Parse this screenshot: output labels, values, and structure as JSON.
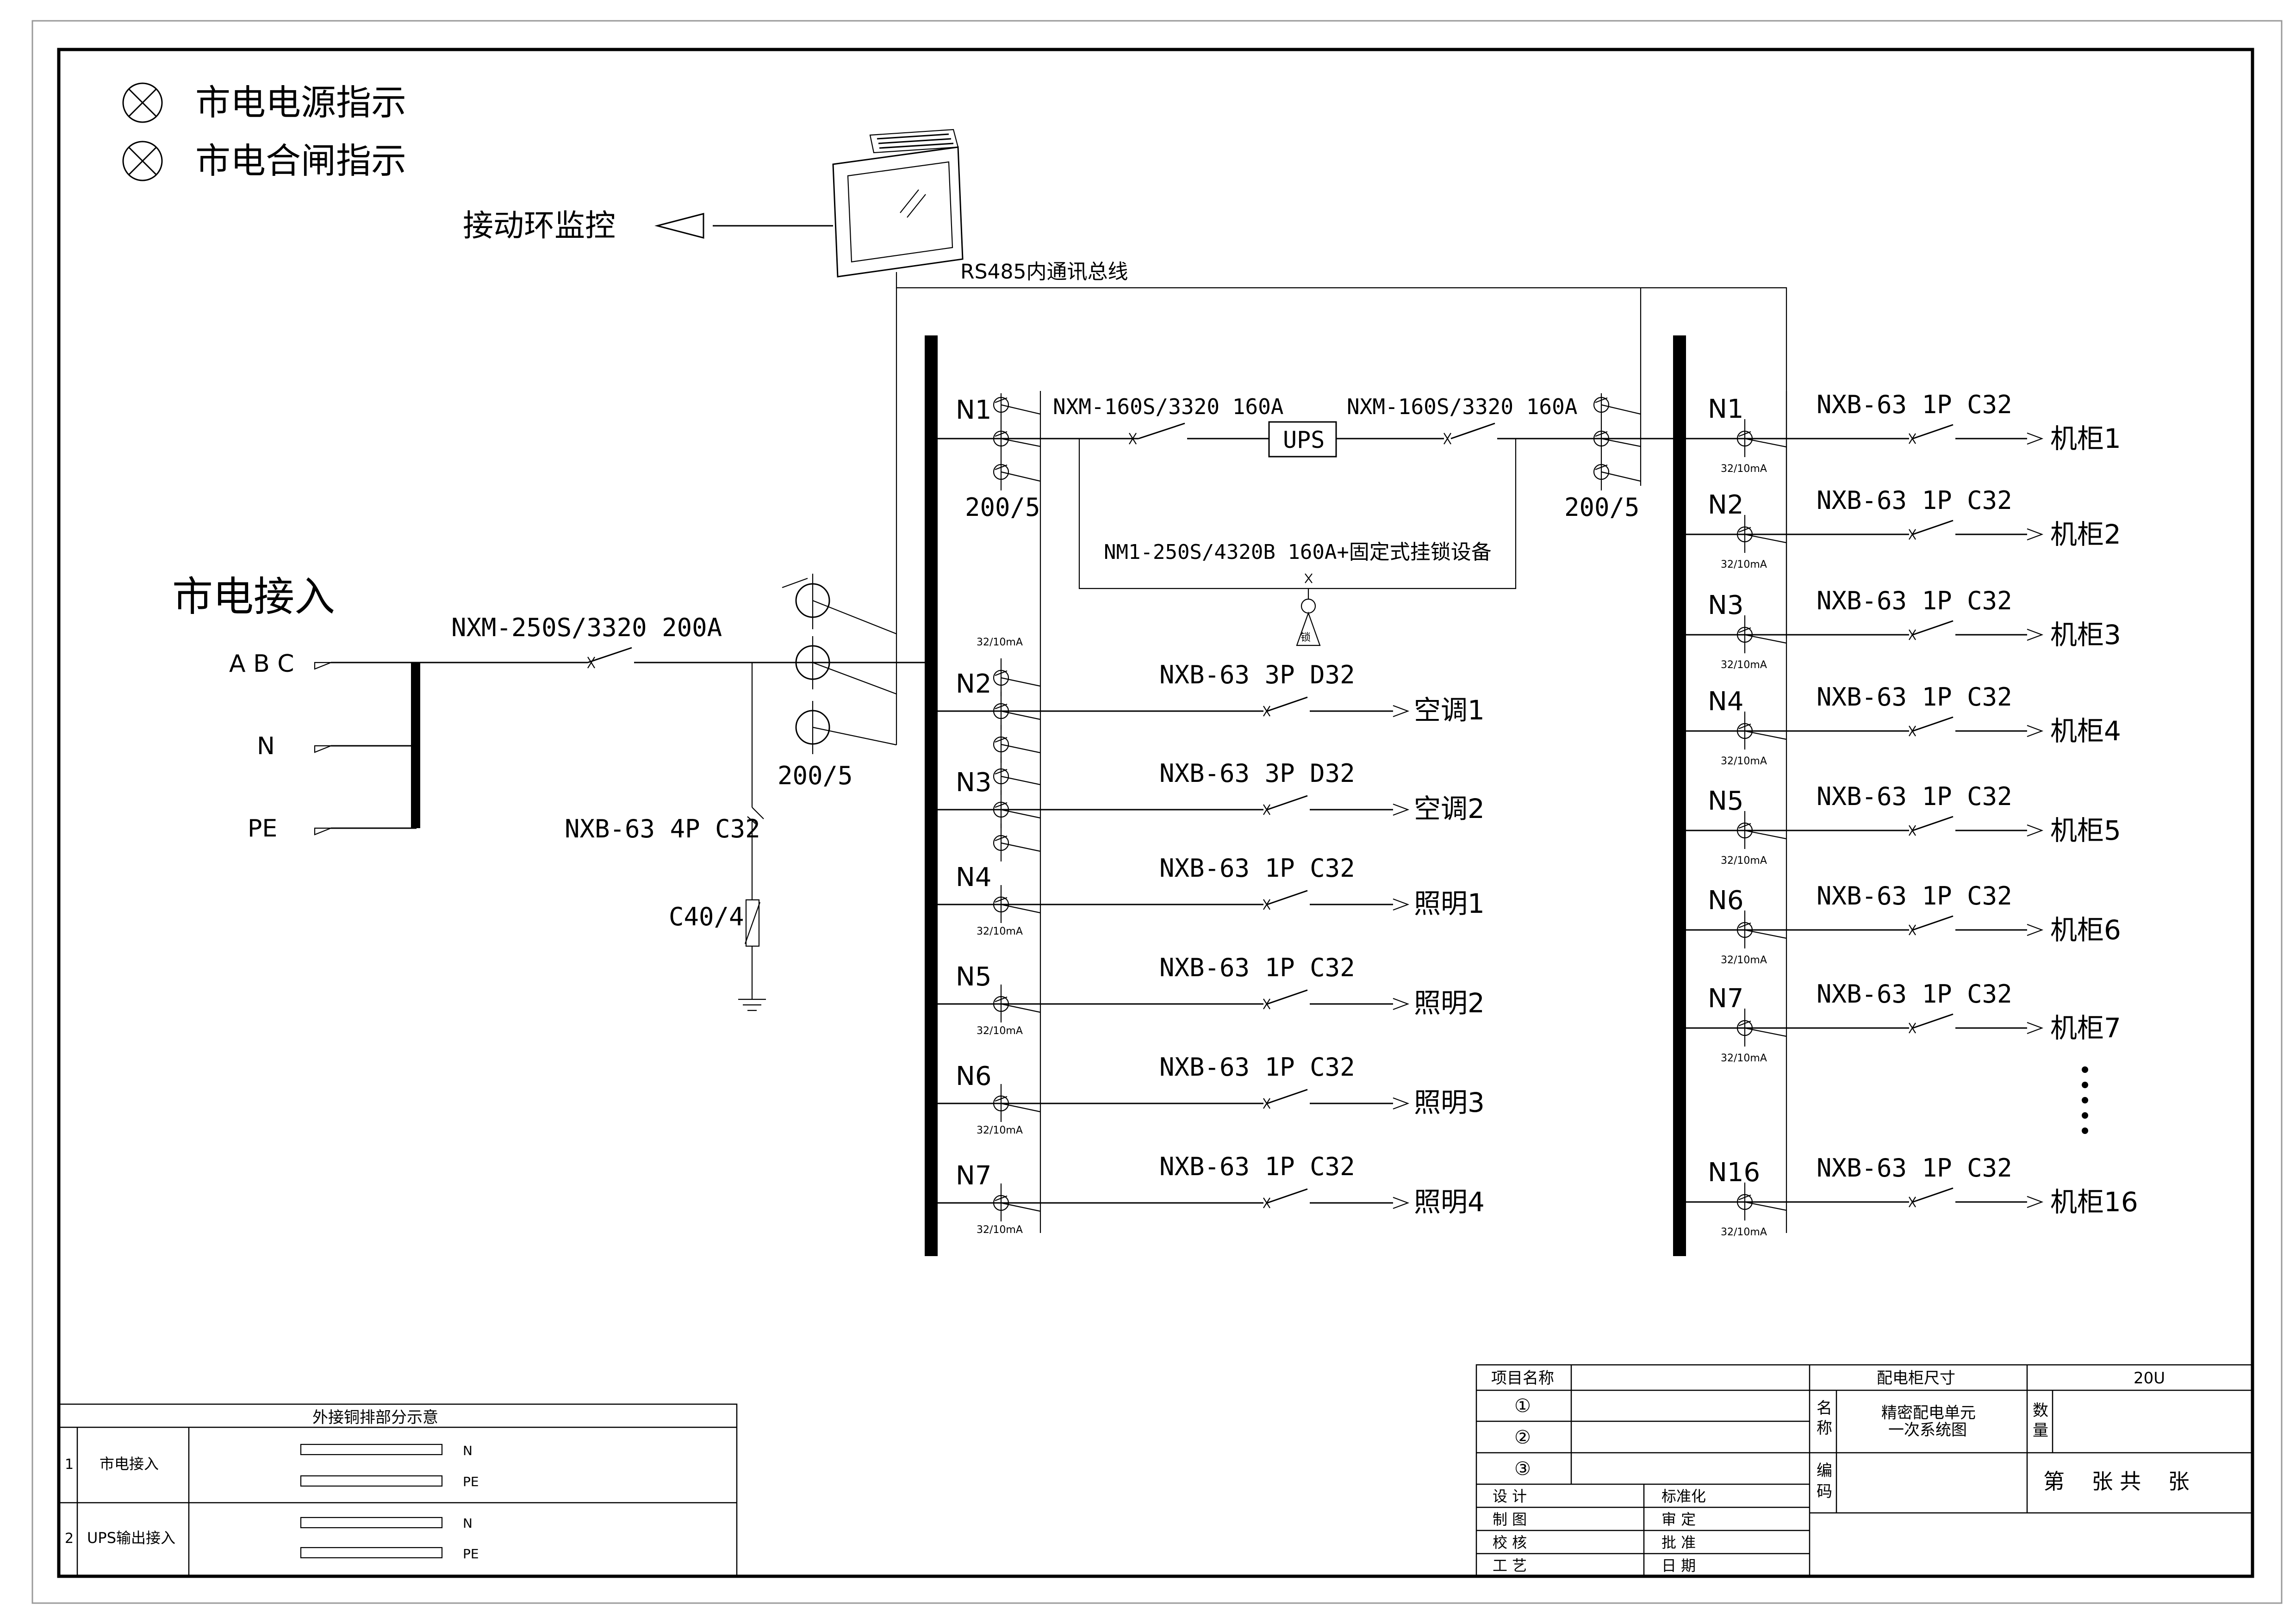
{
  "indicators": [
    "市电电源指示",
    "市电合闸指示"
  ],
  "monitor": {
    "label": "接动环监控",
    "bus_label": "RS485内通讯总线"
  },
  "input": {
    "title": "市电接入",
    "phases": [
      "A B C",
      "N",
      "PE"
    ],
    "main_breaker": "NXM-250S/3320 200A",
    "ct": "200/5",
    "spd_breaker": "NXB-63 4P C32",
    "spd": "C40/4"
  },
  "ups": {
    "label": "UPS",
    "in_breaker": "NXM-160S/3320 160A",
    "out_breaker": "NXM-160S/3320 160A",
    "bypass_breaker": "NM1-250S/4320B 160A+固定式挂锁设备",
    "lock": "锁",
    "ct_left": "200/5",
    "ct_right": "200/5"
  },
  "rcd_rating": "32/10mA",
  "left_panel": {
    "n1": "N1",
    "circuits": [
      {
        "id": "N2",
        "breaker": "NXB-63 3P D32",
        "load": "空调1"
      },
      {
        "id": "N3",
        "breaker": "NXB-63 3P D32",
        "load": "空调2"
      },
      {
        "id": "N4",
        "breaker": "NXB-63 1P C32",
        "load": "照明1"
      },
      {
        "id": "N5",
        "breaker": "NXB-63 1P C32",
        "load": "照明2"
      },
      {
        "id": "N6",
        "breaker": "NXB-63 1P C32",
        "load": "照明3"
      },
      {
        "id": "N7",
        "breaker": "NXB-63 1P C32",
        "load": "照明4"
      }
    ]
  },
  "right_panel": {
    "circuits": [
      {
        "id": "N1",
        "breaker": "NXB-63 1P C32",
        "load": "机柜1"
      },
      {
        "id": "N2",
        "breaker": "NXB-63 1P C32",
        "load": "机柜2"
      },
      {
        "id": "N3",
        "breaker": "NXB-63 1P C32",
        "load": "机柜3"
      },
      {
        "id": "N4",
        "breaker": "NXB-63 1P C32",
        "load": "机柜4"
      },
      {
        "id": "N5",
        "breaker": "NXB-63 1P C32",
        "load": "机柜5"
      },
      {
        "id": "N6",
        "breaker": "NXB-63 1P C32",
        "load": "机柜6"
      },
      {
        "id": "N7",
        "breaker": "NXB-63 1P C32",
        "load": "机柜7"
      },
      {
        "id": "N16",
        "breaker": "NXB-63 1P C32",
        "load": "机柜16"
      }
    ]
  },
  "copper_table": {
    "title": "外接铜排部分示意",
    "rows": [
      {
        "no": "1",
        "name": "市电接入",
        "bars": [
          "N",
          "PE"
        ]
      },
      {
        "no": "2",
        "name": "UPS输出接入",
        "bars": [
          "N",
          "PE"
        ]
      }
    ]
  },
  "title_block": {
    "project_label": "项目名称",
    "cab_size_label": "配电柜尺寸",
    "cab_size_value": "20U",
    "circles": [
      "①",
      "②",
      "③"
    ],
    "name_label": [
      "名",
      "称"
    ],
    "name_value": [
      "精密配电单元",
      "一次系统图"
    ],
    "qty_label": [
      "数",
      "量"
    ],
    "code_label": [
      "编",
      "码"
    ],
    "roles_left": [
      "设 计",
      "制 图",
      "校 核",
      "工 艺"
    ],
    "roles_right": [
      "标准化",
      "审 定",
      "批 准",
      "日 期"
    ],
    "sheet": "第    张 共    张"
  }
}
